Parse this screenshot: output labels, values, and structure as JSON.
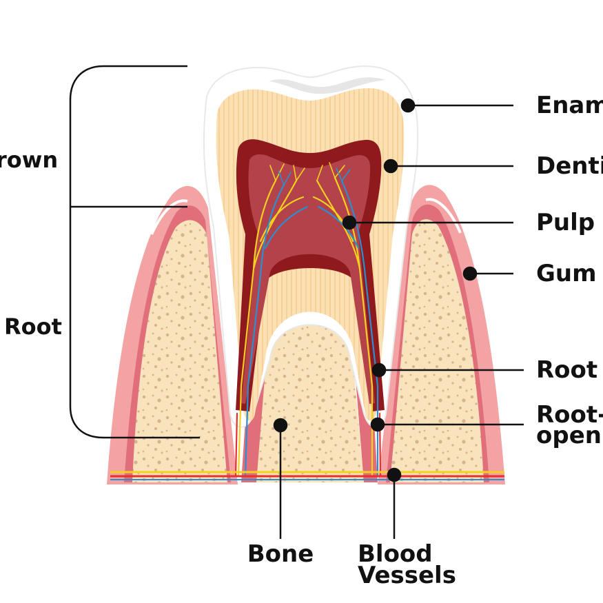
{
  "labels": {
    "crown": "rown",
    "root": "Root",
    "enamel": "Enama",
    "dentin": "Dentir",
    "pulp": "Pulp",
    "gum": "Gum",
    "root_canal": "Root c",
    "root_canal_opening_line1": "Root-c",
    "root_canal_opening_line2": "openi",
    "bone": "Bone",
    "blood_vessels_line1": "Blood",
    "blood_vessels_line2": "Vessels"
  },
  "colors": {
    "enamel": "#ffffff",
    "enamel_shadow": "#e6e6e6",
    "dentin": "#fbe0b4",
    "dentin_stripes": "#f2c583",
    "pulp_outer": "#8e1a1e",
    "pulp_inner": "#b3424a",
    "gum_outer": "#f4a3a5",
    "gum_inner": "#e06f7a",
    "bone": "#f8e3bd",
    "bone_spots": "#d5b38c",
    "nerve": "#f5d020",
    "vein": "#2a8fd1",
    "artery": "#e53030",
    "line": "#111111"
  }
}
